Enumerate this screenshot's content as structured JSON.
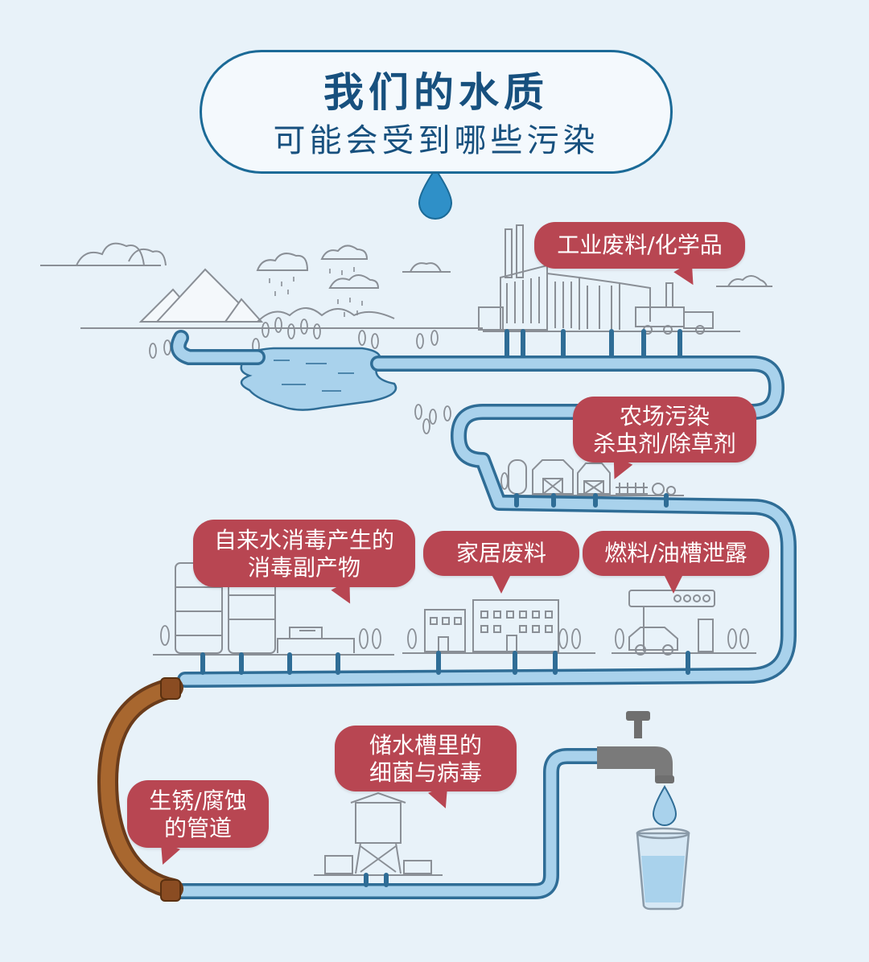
{
  "title": {
    "main": "我们的水质",
    "sub": "可能会受到哪些污染"
  },
  "bubbles": {
    "industrial": {
      "lines": [
        "工业废料/化学品"
      ]
    },
    "farm": {
      "lines": [
        "农场污染",
        "杀虫剂/除草剂"
      ]
    },
    "disinfection": {
      "lines": [
        "自来水消毒产生的",
        "消毒副产物"
      ]
    },
    "household": {
      "lines": [
        "家居废料"
      ]
    },
    "fuel": {
      "lines": [
        "燃料/油槽泄露"
      ]
    },
    "tank": {
      "lines": [
        "储水槽里的",
        "细菌与病毒"
      ]
    },
    "rust": {
      "lines": [
        "生锈/腐蚀",
        "的管道"
      ]
    }
  },
  "colors": {
    "background": "#e8f2f9",
    "pipe_fill": "#a9d2ec",
    "pipe_outline": "#2f6d96",
    "rust_pipe": "#9a5a2c",
    "bubble": "#b84652",
    "title": "#17507e",
    "line_art": "#8a8f96"
  }
}
